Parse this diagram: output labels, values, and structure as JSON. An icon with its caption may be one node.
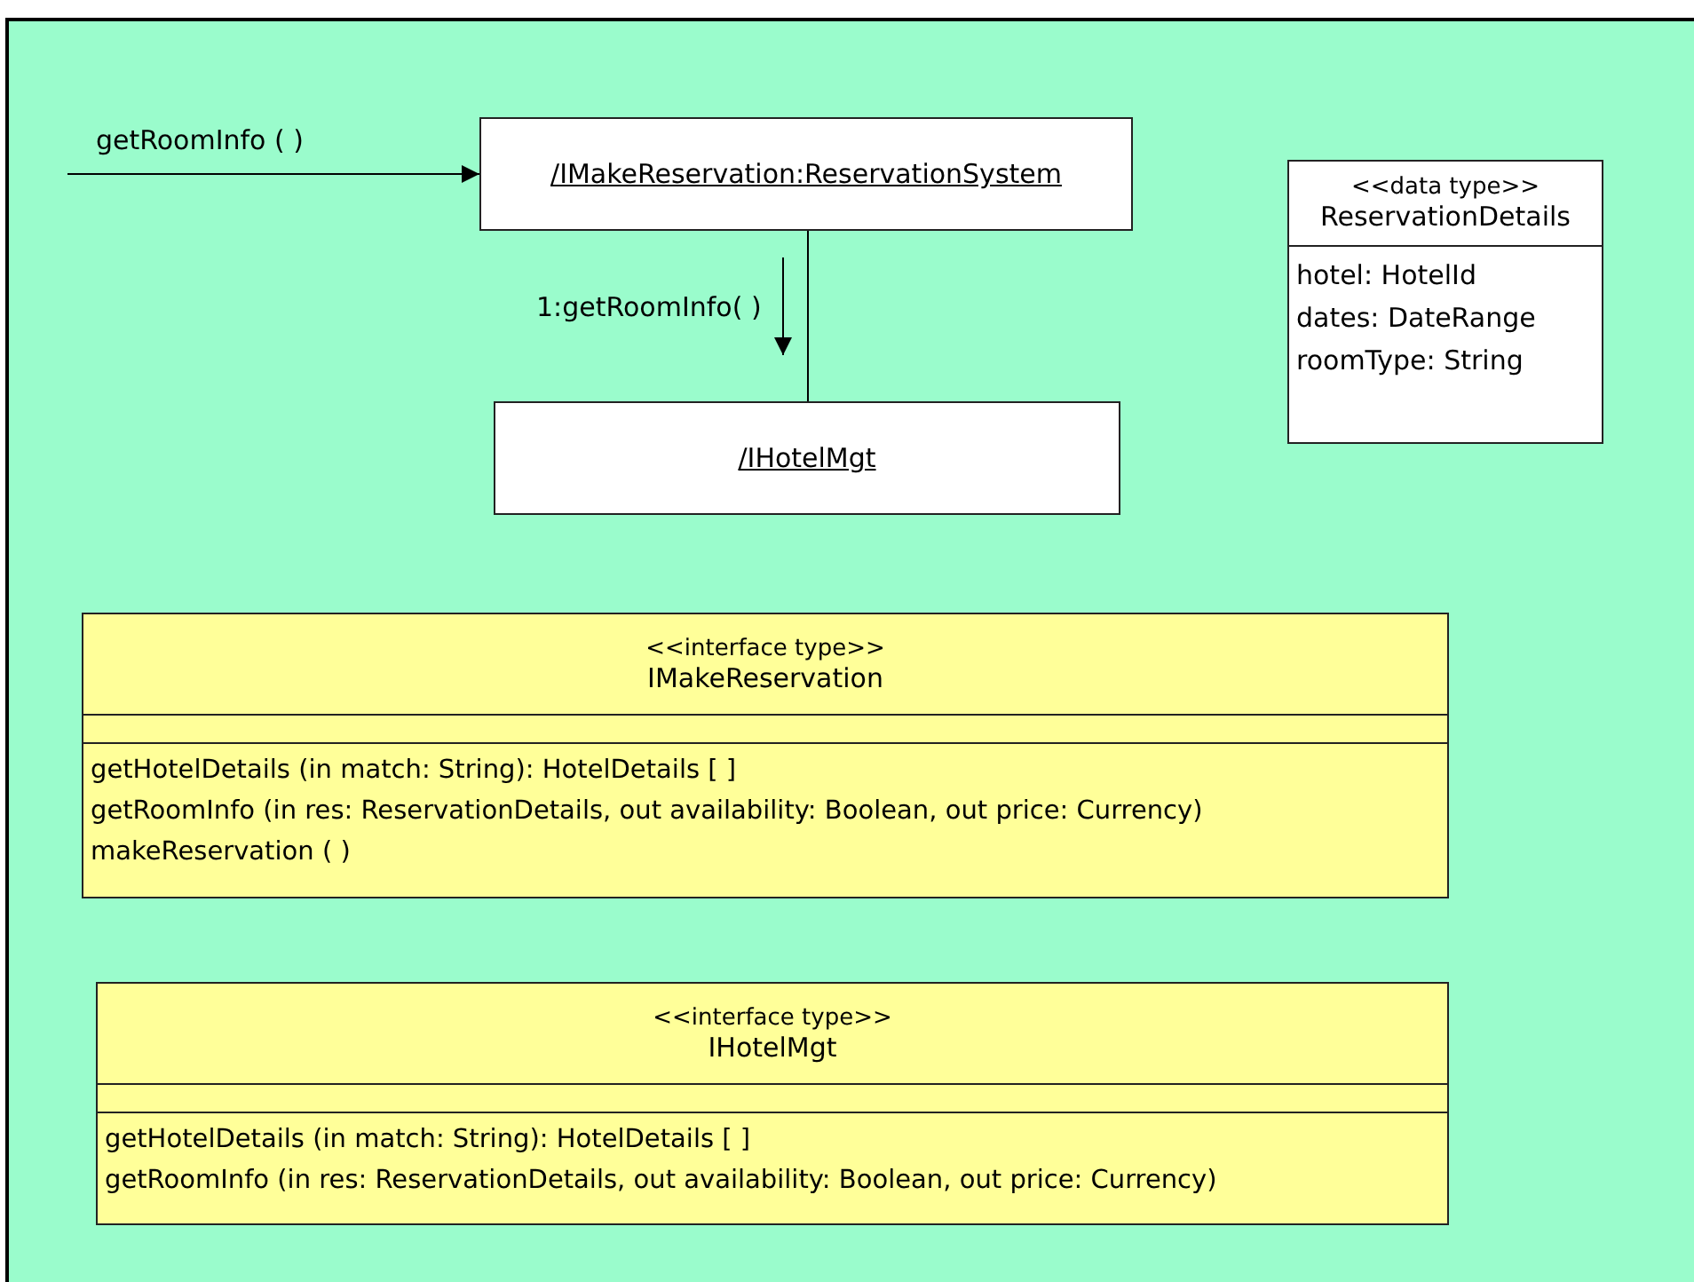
{
  "diagram": {
    "nodes": [
      {
        "text": [
          "/IMakeReservation:ReservationSystem"
        ]
      },
      {
        "text": [
          "/IHotelMgt"
        ]
      },
      {
        "text": [
          "<<data type>>",
          "ReservationDetails",
          "hotel: HotelId",
          "dates: DateRange",
          "roomType: String"
        ]
      },
      {
        "text": [
          "<<interface type>>",
          "IMakeReservation",
          "getHotelDetails (in match: String): HotelDetails [ ]",
          "getRoomInfo (in res: ReservationDetails, out availability: Boolean, out price: Currency)",
          "makeReservation ( )"
        ]
      },
      {
        "text": [
          "<<interface type>>",
          "IHotelMgt",
          "getHotelDetails (in match: String): HotelDetails [ ]",
          "getRoomInfo (in res: ReservationDetails, out availability: Boolean, out price: Currency)"
        ]
      }
    ],
    "edges": [
      {
        "from": null,
        "to": 0,
        "arrow": "to",
        "label": "getRoomInfo ( )"
      },
      {
        "from": 0,
        "to": 1,
        "arrow": "none",
        "label": "1:getRoomInfo( )"
      }
    ]
  }
}
